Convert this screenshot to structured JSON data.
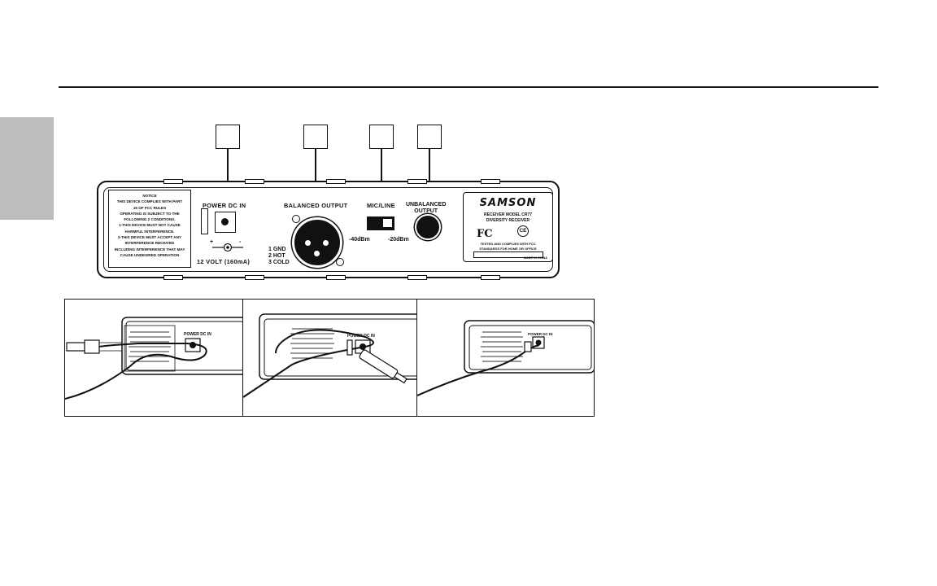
{
  "panel": {
    "notice_text": "NOTICE\nTHIS DEVICE COMPLIES WITH PART\n15 OF FCC RULES\nOPERATING IS SUBJECT TO THE\nFOLLOWING 2 CONDITIONS.\n1-THIS DEVICE MUST NOT CAUSE\nHARMFUL INTERFERENCE.\n2-THIS DEVICE MUST ACCEPT ANY\nINTERFERENCE RECEIVED\nINCLUDING INTERFERENCE THAT MAY\nCAUSE UNDESIRED OPERATION",
    "power_label": "POWER DC IN",
    "polarity_plus": "+",
    "polarity_minus": "-",
    "voltage_label": "12 VOLT (160mA)",
    "balanced_label": "BALANCED OUTPUT",
    "pin_legend": "1 GND\n2 HOT\n3 COLD",
    "micline_label": "MIC/LINE",
    "mic_level": "-40dBm",
    "line_level": "-20dBm",
    "unbalanced_label": "UNBALANCED\nOUTPUT",
    "brand": "SAMSON",
    "model_text": "RECEIVER MODEL CR77\nDIVERSITY RECEIVER",
    "fcc_mark": "FC",
    "ce_mark": "CE",
    "tested_text": "TESTED AND COMPLIES WITH FCC\nSTANDARDS FOR HOME OR OFFICE",
    "made_in": "MADE IN CHINA"
  },
  "photos": {
    "power_label": "POWER DC IN"
  },
  "colors": {
    "ink": "#111111",
    "side_tab": "#bdbdbd",
    "background": "#ffffff"
  }
}
